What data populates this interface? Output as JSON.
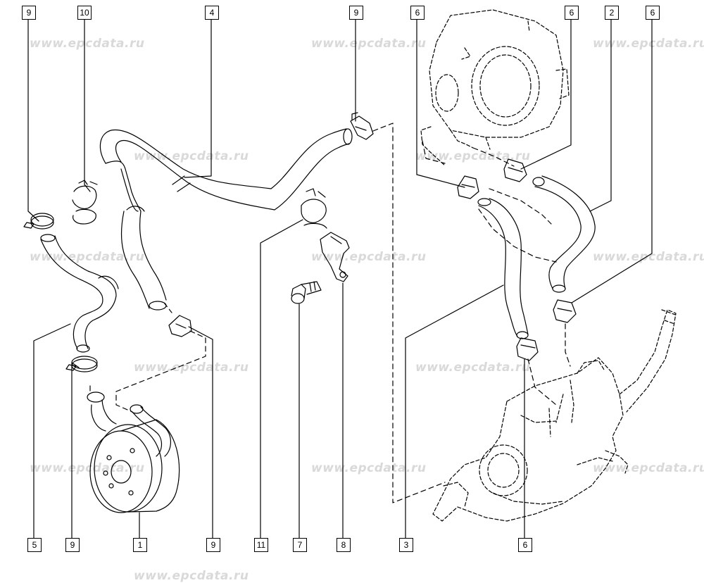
{
  "watermark_text": "www.epcdata.ru",
  "callouts": {
    "c9_top_left": "9",
    "c10": "10",
    "c4": "4",
    "c9_top_mid": "9",
    "c6_top_a": "6",
    "c6_top_b": "6",
    "c2": "2",
    "c6_top_c": "6",
    "c5": "5",
    "c9_bottom_a": "9",
    "c1": "1",
    "c9_bottom_b": "9",
    "c11": "11",
    "c7": "7",
    "c8": "8",
    "c3": "3",
    "c6_bottom": "6"
  },
  "colors": {
    "line": "#000000",
    "watermark": "#d9d9d9",
    "background": "#ffffff"
  }
}
